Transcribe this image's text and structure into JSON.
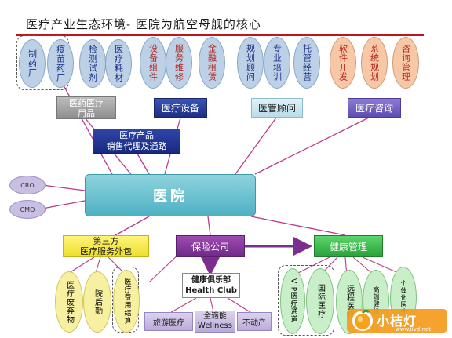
{
  "title": "医疗产业生态环境- 医院为航空母舰的核心",
  "top_ovals": [
    {
      "text": "制药厂",
      "fill": "#bcd0e6"
    },
    {
      "text": "疫苗药厂",
      "fill": "#bcd0e6"
    },
    {
      "text": "检测试剂",
      "fill": "#bcd0e6"
    },
    {
      "text": "医疗耗材",
      "fill": "#bcd0e6"
    },
    {
      "text": "设备组件",
      "fill": "#bcd0e6"
    },
    {
      "text": "服务维修",
      "fill": "#bcd0e6"
    },
    {
      "text": "金融租赁",
      "fill": "#bcd0e6"
    },
    {
      "text": "规划顾问",
      "fill": "#bcd0e6"
    },
    {
      "text": "专业培训",
      "fill": "#bcd0e6"
    },
    {
      "text": "托管经营",
      "fill": "#bcd0e6"
    },
    {
      "text": "软件开发",
      "fill": "#f6c8a8"
    },
    {
      "text": "系统规划",
      "fill": "#f6c8a8"
    },
    {
      "text": "咨询管理",
      "fill": "#f6c8a8"
    }
  ],
  "category_boxes": {
    "pharma": "医药医疗\n用品",
    "equipment": "医疗设备",
    "consulting": "医管顾问",
    "it": "医疗咨询"
  },
  "agent_box": "医疗产品\n销售代理及通路",
  "hospital": "医院",
  "side_pills": {
    "cro": "CRO",
    "cmo": "CMO"
  },
  "third_party": "第三方\n医疗服务外包",
  "insurance": "保险公司",
  "health_mgmt": "健康管理",
  "health_club": "健康俱乐部\nHealth Club",
  "bottom_left_ovals": [
    {
      "text": "医疗废弃物"
    },
    {
      "text": "院后勤"
    },
    {
      "text": "医疗费用结算"
    }
  ],
  "club_items": {
    "travel": "旅游医疗",
    "wellness": "全適能\nWellness",
    "realestate": "不动产"
  },
  "bottom_right_ovals": [
    {
      "text": "VIP医疗通道"
    },
    {
      "text": "国际医疗"
    },
    {
      "text": "远程医疗"
    },
    {
      "text": "高端健检"
    },
    {
      "text": "个体化医疗"
    }
  ],
  "logo": {
    "text": "小桔灯",
    "url_text": "www.iivd.net"
  }
}
